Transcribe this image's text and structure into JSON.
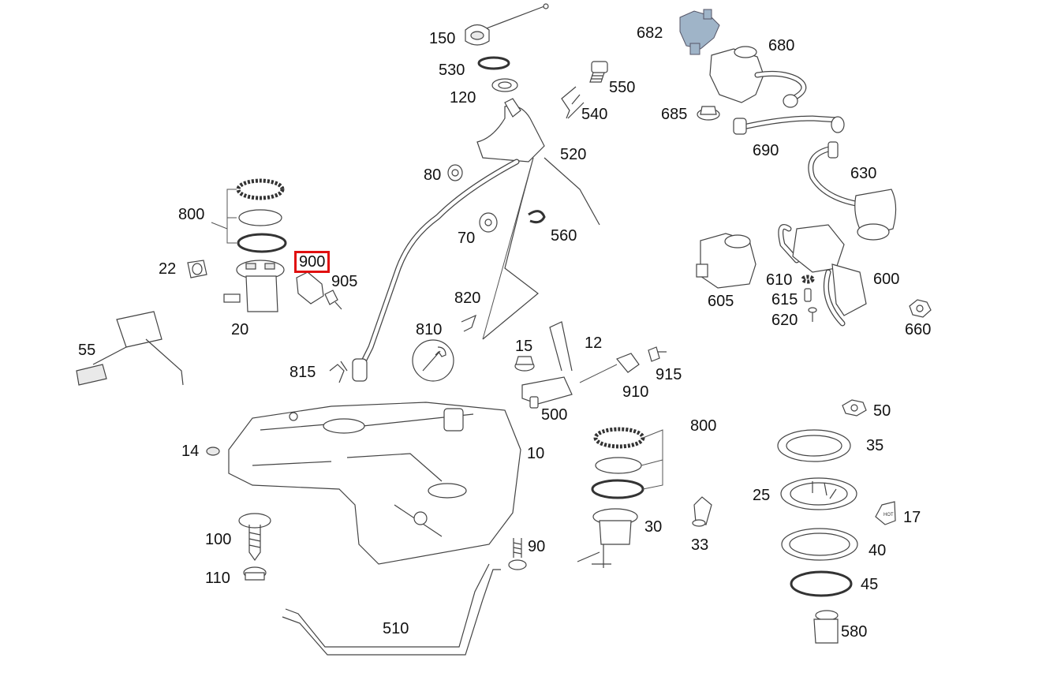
{
  "diagram": {
    "callouts": [
      {
        "id": "c150",
        "text": "150"
      },
      {
        "id": "c530",
        "text": "530"
      },
      {
        "id": "c120",
        "text": "120"
      },
      {
        "id": "c550",
        "text": "550"
      },
      {
        "id": "c540",
        "text": "540"
      },
      {
        "id": "c520",
        "text": "520"
      },
      {
        "id": "c80",
        "text": "80"
      },
      {
        "id": "c70",
        "text": "70"
      },
      {
        "id": "c560",
        "text": "560"
      },
      {
        "id": "c682",
        "text": "682"
      },
      {
        "id": "c680",
        "text": "680"
      },
      {
        "id": "c685",
        "text": "685"
      },
      {
        "id": "c690",
        "text": "690"
      },
      {
        "id": "c630",
        "text": "630"
      },
      {
        "id": "c605",
        "text": "605"
      },
      {
        "id": "c610",
        "text": "610"
      },
      {
        "id": "c615",
        "text": "615"
      },
      {
        "id": "c620",
        "text": "620"
      },
      {
        "id": "c600",
        "text": "600"
      },
      {
        "id": "c660",
        "text": "660"
      },
      {
        "id": "c800a",
        "text": "800"
      },
      {
        "id": "c900",
        "text": "900",
        "highlighted": true
      },
      {
        "id": "c905",
        "text": "905"
      },
      {
        "id": "c22",
        "text": "22"
      },
      {
        "id": "c20",
        "text": "20"
      },
      {
        "id": "c55",
        "text": "55"
      },
      {
        "id": "c820",
        "text": "820"
      },
      {
        "id": "c810",
        "text": "810"
      },
      {
        "id": "c815",
        "text": "815"
      },
      {
        "id": "c15",
        "text": "15"
      },
      {
        "id": "c12",
        "text": "12"
      },
      {
        "id": "c915",
        "text": "915"
      },
      {
        "id": "c910",
        "text": "910"
      },
      {
        "id": "c500",
        "text": "500"
      },
      {
        "id": "c800b",
        "text": "800"
      },
      {
        "id": "c10",
        "text": "10"
      },
      {
        "id": "c14",
        "text": "14"
      },
      {
        "id": "c50",
        "text": "50"
      },
      {
        "id": "c35",
        "text": "35"
      },
      {
        "id": "c25",
        "text": "25"
      },
      {
        "id": "c17",
        "text": "17"
      },
      {
        "id": "c30",
        "text": "30"
      },
      {
        "id": "c33",
        "text": "33"
      },
      {
        "id": "c40",
        "text": "40"
      },
      {
        "id": "c45",
        "text": "45"
      },
      {
        "id": "c100",
        "text": "100"
      },
      {
        "id": "c90",
        "text": "90"
      },
      {
        "id": "c110",
        "text": "110"
      },
      {
        "id": "c510",
        "text": "510"
      },
      {
        "id": "c580",
        "text": "580"
      }
    ],
    "part_17_stamp": "HOT",
    "highlight_color": "#e01010"
  }
}
